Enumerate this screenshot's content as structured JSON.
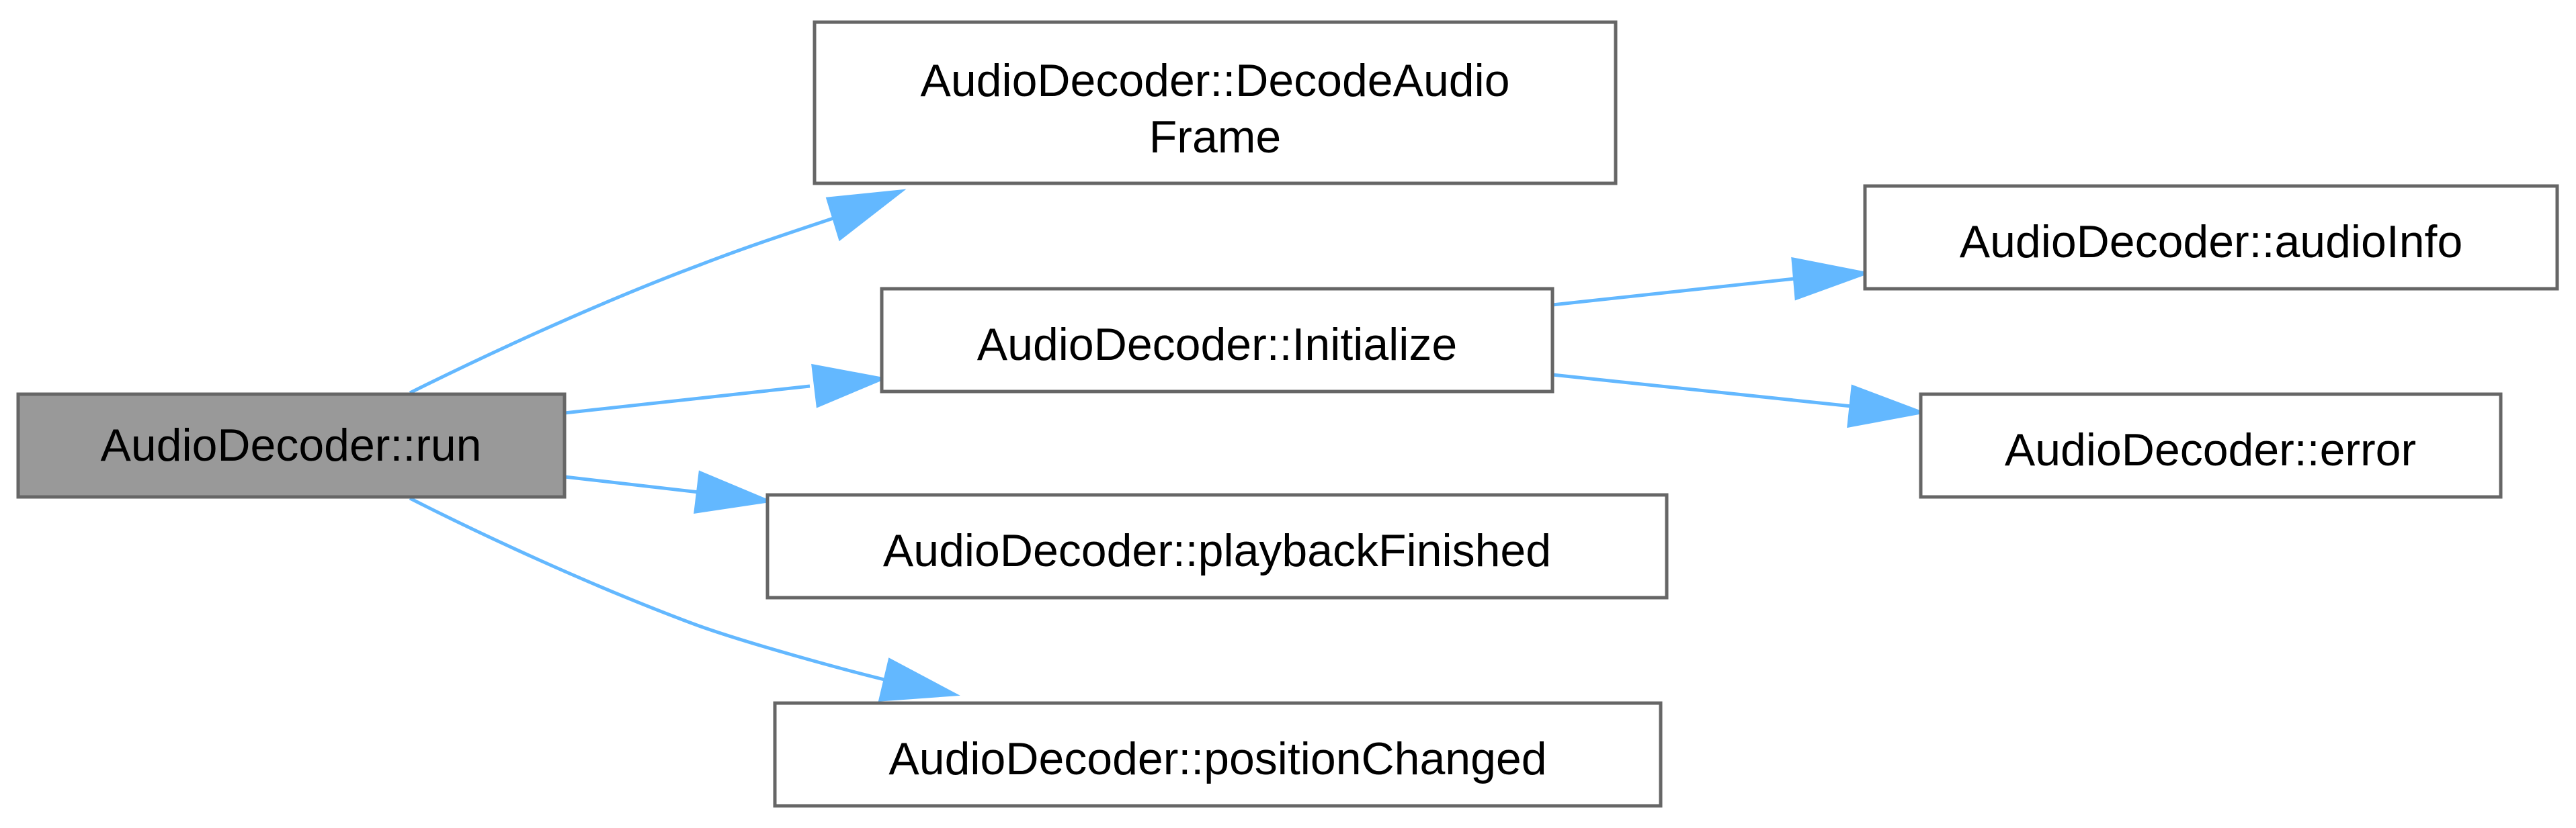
{
  "diagram": {
    "type": "call-graph",
    "nodes": {
      "run": {
        "label": "AudioDecoder::run",
        "highlighted": true
      },
      "decode": {
        "label_lines": [
          "AudioDecoder::DecodeAudio",
          "Frame"
        ]
      },
      "initialize": {
        "label": "AudioDecoder::Initialize"
      },
      "playback": {
        "label": "AudioDecoder::playbackFinished"
      },
      "position": {
        "label": "AudioDecoder::positionChanged"
      },
      "audioinfo": {
        "label": "AudioDecoder::audioInfo"
      },
      "error": {
        "label": "AudioDecoder::error"
      }
    },
    "edges": [
      {
        "from": "run",
        "to": "decode"
      },
      {
        "from": "run",
        "to": "initialize"
      },
      {
        "from": "run",
        "to": "playback"
      },
      {
        "from": "run",
        "to": "position"
      },
      {
        "from": "initialize",
        "to": "audioinfo"
      },
      {
        "from": "initialize",
        "to": "error"
      }
    ],
    "colors": {
      "root_fill": "#999999",
      "node_fill": "#ffffff",
      "node_border": "#666666",
      "edge": "#63b8ff",
      "text": "#000000"
    }
  }
}
